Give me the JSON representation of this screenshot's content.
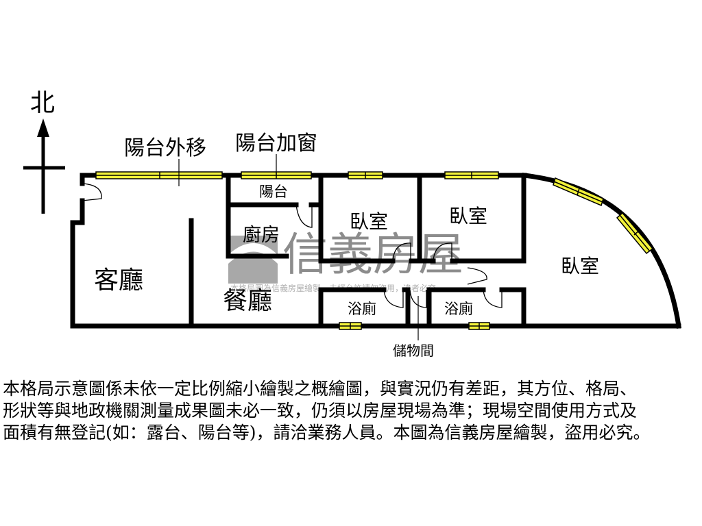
{
  "compass": {
    "north_label": "北"
  },
  "annotations": {
    "balcony_moved_out": "陽台外移",
    "balcony_window_added": "陽台加窗",
    "storage_room": "儲物間"
  },
  "rooms": {
    "balcony": "陽台",
    "kitchen": "廚房",
    "living_room": "客廳",
    "dining_room": "餐廳",
    "bedroom_1": "臥室",
    "bedroom_2": "臥室",
    "bedroom_3": "臥室",
    "bathroom_1": "浴廁",
    "bathroom_2": "浴廁"
  },
  "watermark": {
    "brand": "信義房屋",
    "notice": "本格局圖為信義房屋繪製，未經允許請勿盜用，違者必究"
  },
  "colors": {
    "wall": "#000000",
    "window_fill": "#f2f23a",
    "watermark": "#8c8c8c"
  },
  "disclaimer": {
    "lines": [
      "本格局示意圖係未依一定比例縮小繪製之概繪圖，與實況仍有差距，其方位、格局、",
      "形狀等與地政機關測量成果圖未必一致，仍須以房屋現場為準；現場空間使用方式及",
      "面積有無登記(如：露台、陽台等)，請洽業務人員。本圖為信義房屋繪製，盜用必究。"
    ]
  }
}
